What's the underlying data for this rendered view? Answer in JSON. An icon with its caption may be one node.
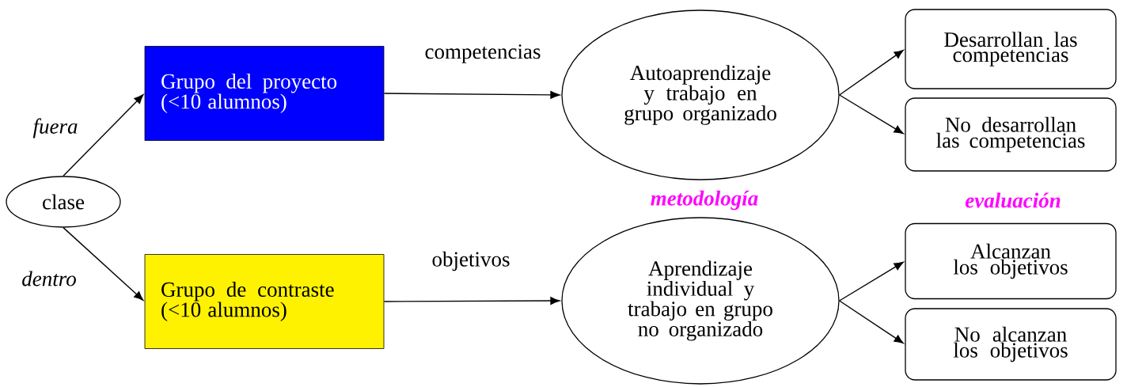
{
  "diagram": {
    "nodes": [
      {
        "text": [
          "clase"
        ]
      },
      {
        "text": [
          "Grupo del proyecto (<10 alumnos)"
        ]
      },
      {
        "text": [
          "Grupo de contraste (<10 alumnos)"
        ]
      },
      {
        "text": [
          "Autoaprendizaje y trabajo en grupo organizado"
        ]
      },
      {
        "text": [
          "Aprendizaje individual y trabajo en grupo no organizado"
        ]
      },
      {
        "text": [
          "Desarrollan las competencias"
        ]
      },
      {
        "text": [
          "No desarrollan las competencias"
        ]
      },
      {
        "text": [
          "Alcanzan los objetivos"
        ]
      },
      {
        "text": [
          "No alcanzan los objetivos"
        ]
      }
    ],
    "edges": [
      {
        "from": 0,
        "to": 1,
        "arrow": "to",
        "label": "fuera"
      },
      {
        "from": 0,
        "to": 2,
        "arrow": "to",
        "label": "dentro"
      },
      {
        "from": 1,
        "to": 3,
        "arrow": "to",
        "label": "competencias"
      },
      {
        "from": 2,
        "to": 4,
        "arrow": "to",
        "label": "objetivos"
      },
      {
        "from": 3,
        "to": 5,
        "arrow": "to"
      },
      {
        "from": 3,
        "to": 6,
        "arrow": "to"
      },
      {
        "from": 4,
        "to": 7,
        "arrow": "to"
      },
      {
        "from": 4,
        "to": 8,
        "arrow": "to"
      }
    ],
    "labels": [
      "metodología",
      "evaluación"
    ]
  }
}
